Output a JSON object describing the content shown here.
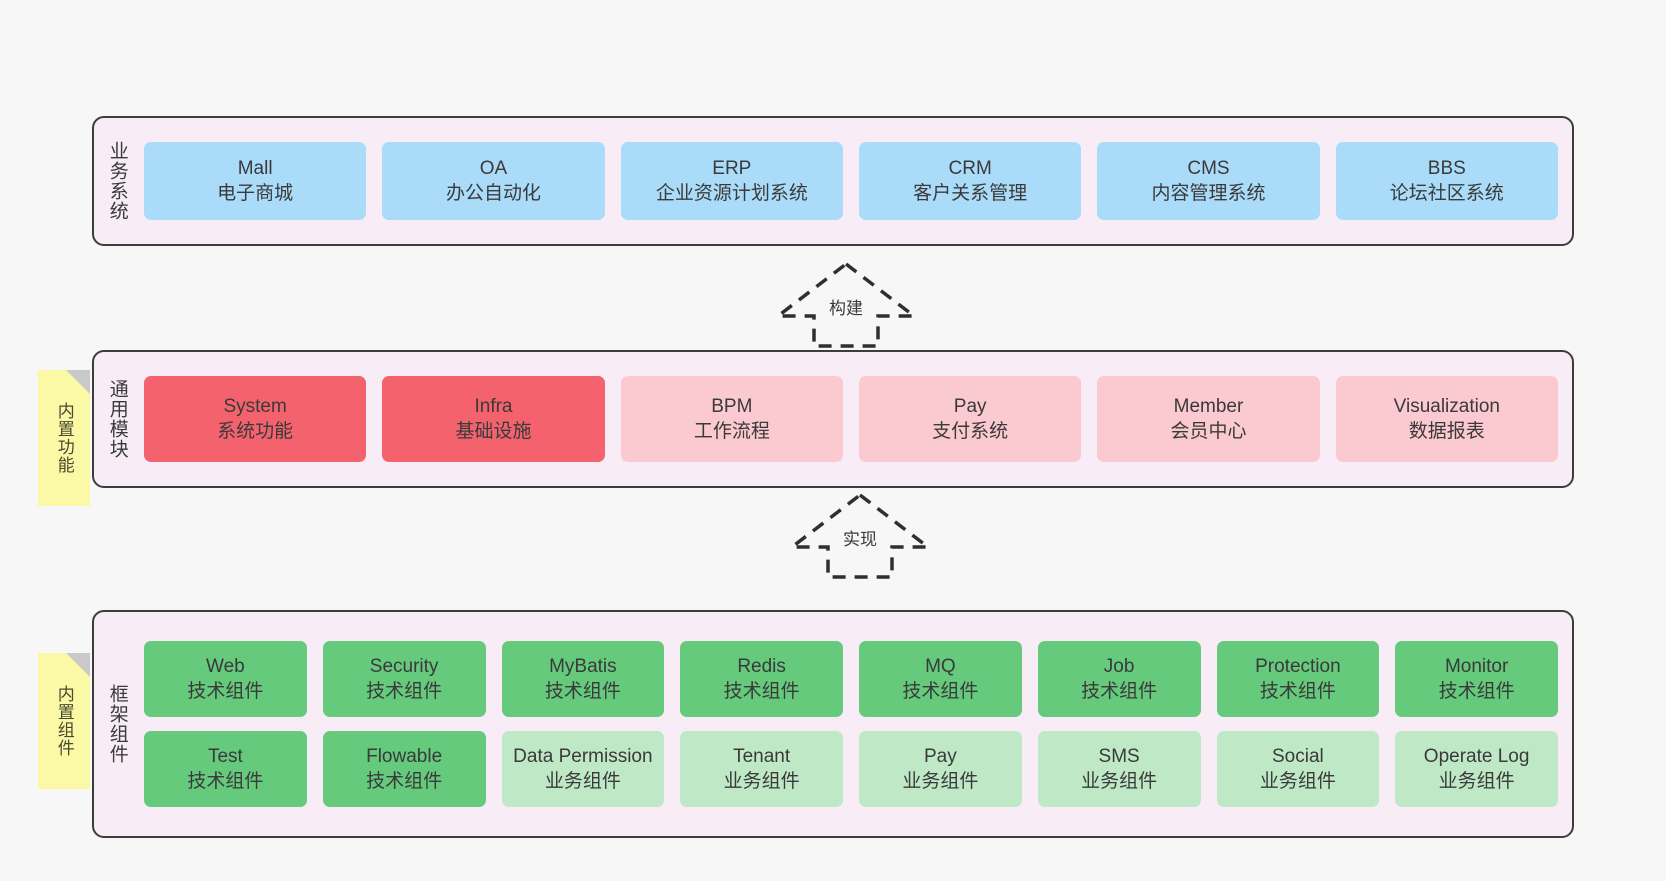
{
  "layers": [
    {
      "id": "business",
      "title": "业务系统",
      "rows": [
        {
          "nodes": [
            {
              "en": "Mall",
              "cn": "电子商城",
              "color": "c-blue"
            },
            {
              "en": "OA",
              "cn": "办公自动化",
              "color": "c-blue"
            },
            {
              "en": "ERP",
              "cn": "企业资源计划系统",
              "color": "c-blue"
            },
            {
              "en": "CRM",
              "cn": "客户关系管理",
              "color": "c-blue"
            },
            {
              "en": "CMS",
              "cn": "内容管理系统",
              "color": "c-blue"
            },
            {
              "en": "BBS",
              "cn": "论坛社区系统",
              "color": "c-blue"
            }
          ]
        }
      ]
    },
    {
      "id": "common",
      "title": "通用模块",
      "tag": "内置功能",
      "rows": [
        {
          "nodes": [
            {
              "en": "System",
              "cn": "系统功能",
              "color": "c-red"
            },
            {
              "en": "Infra",
              "cn": "基础设施",
              "color": "c-red"
            },
            {
              "en": "BPM",
              "cn": "工作流程",
              "color": "c-pink"
            },
            {
              "en": "Pay",
              "cn": "支付系统",
              "color": "c-pink"
            },
            {
              "en": "Member",
              "cn": "会员中心",
              "color": "c-pink"
            },
            {
              "en": "Visualization",
              "cn": "数据报表",
              "color": "c-pink"
            }
          ]
        }
      ]
    },
    {
      "id": "framework",
      "title": "框架组件",
      "tag": "内置组件",
      "rows": [
        {
          "nodes": [
            {
              "en": "Web",
              "cn": "技术组件",
              "color": "c-green"
            },
            {
              "en": "Security",
              "cn": "技术组件",
              "color": "c-green"
            },
            {
              "en": "MyBatis",
              "cn": "技术组件",
              "color": "c-green"
            },
            {
              "en": "Redis",
              "cn": "技术组件",
              "color": "c-green"
            },
            {
              "en": "MQ",
              "cn": "技术组件",
              "color": "c-green"
            },
            {
              "en": "Job",
              "cn": "技术组件",
              "color": "c-green"
            },
            {
              "en": "Protection",
              "cn": "技术组件",
              "color": "c-green"
            },
            {
              "en": "Monitor",
              "cn": "技术组件",
              "color": "c-green"
            }
          ]
        },
        {
          "nodes": [
            {
              "en": "Test",
              "cn": "技术组件",
              "color": "c-green"
            },
            {
              "en": "Flowable",
              "cn": "技术组件",
              "color": "c-green"
            },
            {
              "en": "Data Permission",
              "cn": "业务组件",
              "color": "c-lightgreen",
              "wrap": true
            },
            {
              "en": "Tenant",
              "cn": "业务组件",
              "color": "c-lightgreen"
            },
            {
              "en": "Pay",
              "cn": "业务组件",
              "color": "c-lightgreen"
            },
            {
              "en": "SMS",
              "cn": "业务组件",
              "color": "c-lightgreen"
            },
            {
              "en": "Social",
              "cn": "业务组件",
              "color": "c-lightgreen"
            },
            {
              "en": "Operate Log",
              "cn": "业务组件",
              "color": "c-lightgreen"
            }
          ]
        }
      ]
    }
  ],
  "arrows": [
    {
      "id": "build",
      "label": "构建"
    },
    {
      "id": "implement",
      "label": "实现"
    }
  ],
  "colors": {
    "container_bg": "#f8ecf6",
    "container_border": "#3c3c3c",
    "business": "#aadcfa",
    "module_primary": "#f4636d",
    "module_secondary": "#fbc9d0",
    "tech_component": "#65ca7c",
    "business_component": "#bfe8c7",
    "tag_bg": "#fbf8a6",
    "page_bg": "#f7f7f7"
  }
}
